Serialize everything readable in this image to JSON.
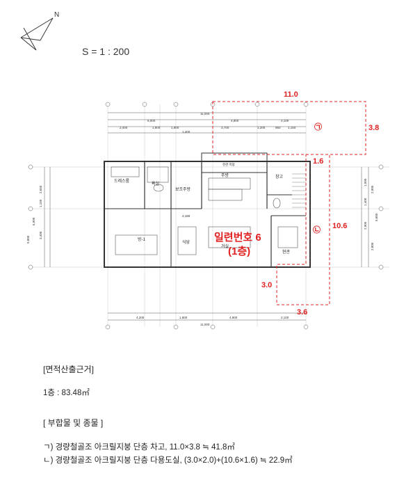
{
  "scale_label": "S = 1 : 200",
  "north_label": "N",
  "plan": {
    "overall_width": "11,000",
    "overall_bottom": "11,000",
    "top_dims": [
      "6,000",
      "4,900",
      "2,100"
    ],
    "top_sub_dims": [
      "2,400",
      "1,800",
      "1,800",
      "1,400",
      "3,700",
      "1,200",
      "950",
      "1,150"
    ],
    "bottom_dims": [
      "4,200",
      "1,800",
      "4,900",
      "2,100"
    ],
    "left_dims": [
      "2,650",
      "1,150",
      "3,400",
      "6,900",
      "9,800"
    ],
    "right_dims": [
      "1,000",
      "2,900",
      "1,400",
      "9,600",
      "2,800",
      "2,900"
    ],
    "rooms": {
      "dress": "드레스룸",
      "bath": "욕실",
      "sub_kitchen": "보조주방",
      "kitchen": "주방",
      "storage": "창고",
      "room1": "방-1",
      "dining": "식당",
      "living": "거실",
      "entry": "현관",
      "porch": "현관 지붕",
      "dim_inner": "2,150"
    },
    "overlay": {
      "a_width": "11.0",
      "a_height": "3.8",
      "a_marker": "㉠",
      "b_top": "1.6",
      "b_height": "10.6",
      "b_marker": "㉡",
      "b_small": "3.0",
      "b_bottom": "3.6",
      "title_line1": "일련번호 6",
      "title_line2": "(1층)"
    },
    "colors": {
      "overlay_red": "#e02020"
    }
  },
  "notes": {
    "heading": "[면적산출근거]",
    "floor1": "1층 : 83.48㎡",
    "annex_heading": "[ 부합물 및 종물 ]",
    "item_a": "ㄱ) 경량철골조 아크릴지붕 단층 차고, 11.0×3.8 ≒ 41.8㎡",
    "item_b": "ㄴ) 경량철골조 아크릴지붕 단층 다용도실, (3.0×2.0)+(10.6×1.6) ≒ 22.9㎡"
  }
}
